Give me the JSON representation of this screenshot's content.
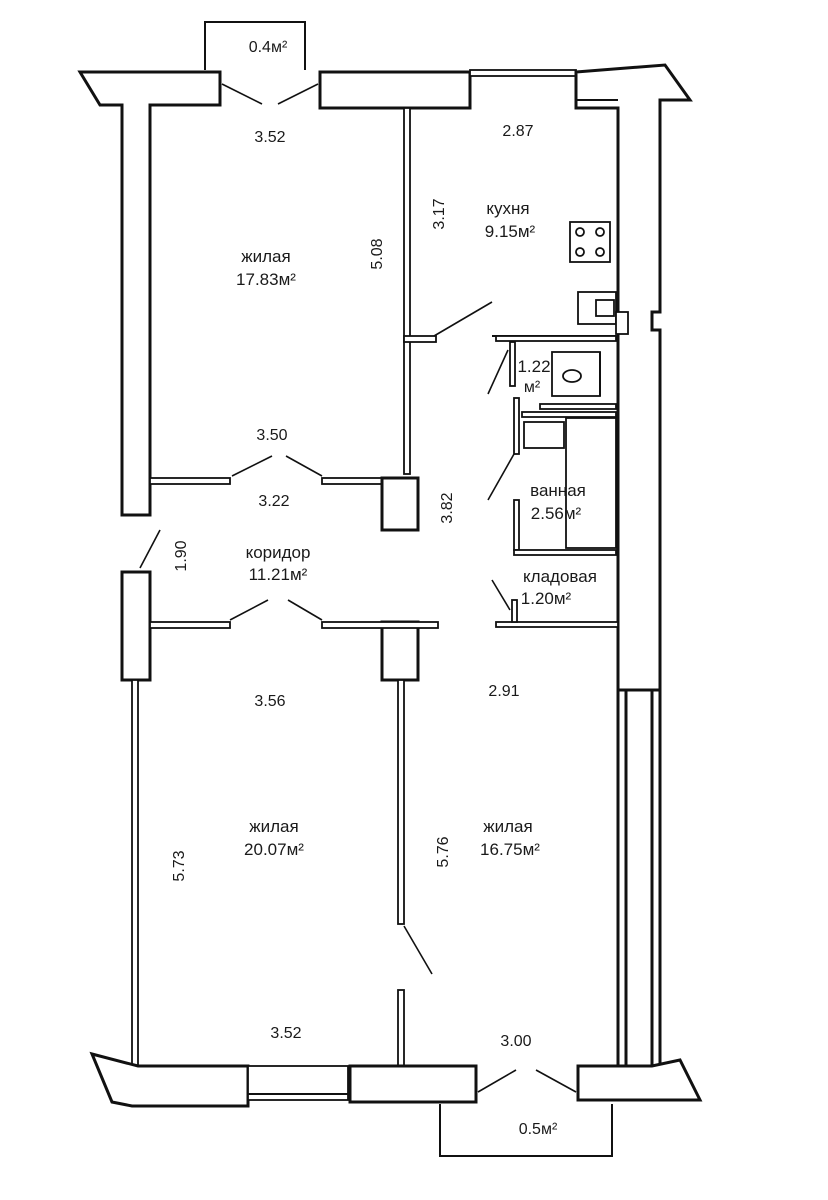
{
  "rooms": {
    "living_top": {
      "name": "жилая",
      "area": "17.83м²"
    },
    "kitchen": {
      "name": "кухня",
      "area": "9.15м²"
    },
    "wc": {
      "area_line1": "1.22",
      "area_line2": "м²"
    },
    "bathroom": {
      "name": "ванная",
      "area": "2.56м²"
    },
    "corridor": {
      "name": "коридор",
      "area": "11.21м²"
    },
    "storage": {
      "name": "кладовая",
      "area": "1.20м²"
    },
    "living_bottom_left": {
      "name": "жилая",
      "area": "20.07м²"
    },
    "living_bottom_right": {
      "name": "жилая",
      "area": "16.75м²"
    }
  },
  "balconies": {
    "top": "0.4м²",
    "bottom": "0.5м²"
  },
  "dimensions": {
    "top_room_width": "3.52",
    "kitchen_width": "2.87",
    "kitchen_length": "3.17",
    "top_room_length": "5.08",
    "top_room_door_width": "3.50",
    "corridor_width": "3.22",
    "corridor_length": "3.82",
    "corridor_side": "1.90",
    "bottom_left_width": "3.56",
    "bottom_right_width": "2.91",
    "bottom_left_length": "5.73",
    "bottom_right_length": "5.76",
    "bottom_left_window": "3.52",
    "bottom_right_window": "3.00"
  },
  "colors": {
    "line": "#111111",
    "background": "#ffffff"
  }
}
